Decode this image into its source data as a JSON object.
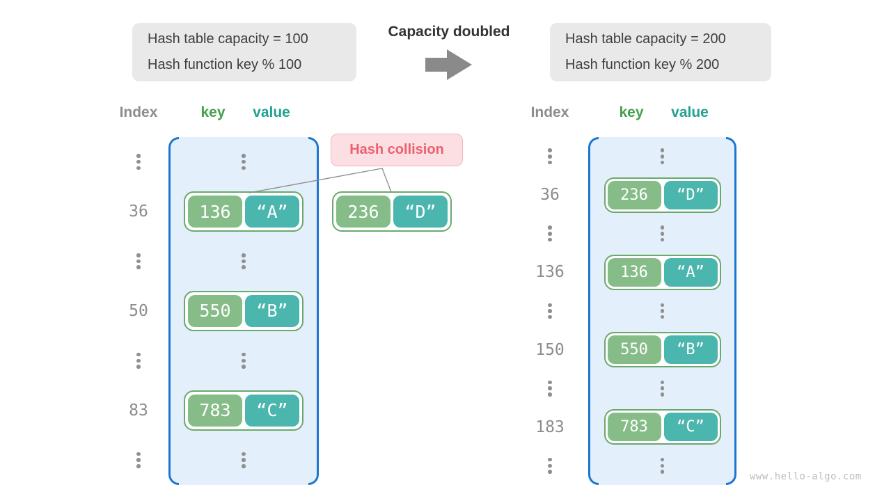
{
  "title_boxes": {
    "before": {
      "line1": "Hash table capacity = 100",
      "line2": "Hash function key % 100"
    },
    "transition_label": "Capacity doubled",
    "after": {
      "line1": "Hash table capacity = 200",
      "line2": "Hash function key % 200"
    }
  },
  "collision_label": "Hash collision",
  "external_pair": {
    "key": "236",
    "value": "“D”"
  },
  "left_table": {
    "headers": {
      "index": "Index",
      "key": "key",
      "value": "value"
    },
    "rows": [
      {
        "type": "dots"
      },
      {
        "type": "pair",
        "index": "36",
        "key": "136",
        "value": "“A”"
      },
      {
        "type": "dots"
      },
      {
        "type": "pair",
        "index": "50",
        "key": "550",
        "value": "“B”"
      },
      {
        "type": "dots"
      },
      {
        "type": "pair",
        "index": "83",
        "key": "783",
        "value": "“C”"
      },
      {
        "type": "dots"
      }
    ]
  },
  "right_table": {
    "headers": {
      "index": "Index",
      "key": "key",
      "value": "value"
    },
    "rows": [
      {
        "type": "dots"
      },
      {
        "type": "pair",
        "index": "36",
        "key": "236",
        "value": "“D”"
      },
      {
        "type": "dots"
      },
      {
        "type": "pair",
        "index": "136",
        "key": "136",
        "value": "“A”"
      },
      {
        "type": "dots"
      },
      {
        "type": "pair",
        "index": "150",
        "key": "550",
        "value": "“B”"
      },
      {
        "type": "dots"
      },
      {
        "type": "pair",
        "index": "183",
        "key": "783",
        "value": "“C”"
      },
      {
        "type": "dots"
      }
    ]
  },
  "watermark": "www.hello-algo.com",
  "icons": {
    "arrow": "right-block-arrow",
    "dots": "vertical-ellipsis"
  },
  "colors": {
    "bucket_border": "#1b76d1",
    "bucket_bg": "#e3effa",
    "key_box": "#85bc88",
    "value_box": "#4bb6ae",
    "pair_border": "#68aa6c",
    "key_header": "#43a04e",
    "value_header": "#21a191",
    "index_gray": "#8c8c8c",
    "collision_text": "#ee5f6e",
    "collision_bg": "#fcdfe3",
    "collision_border": "#f5b3bd",
    "arrow_gray": "#8a8a8a",
    "info_box_bg": "#e9e9e9"
  }
}
